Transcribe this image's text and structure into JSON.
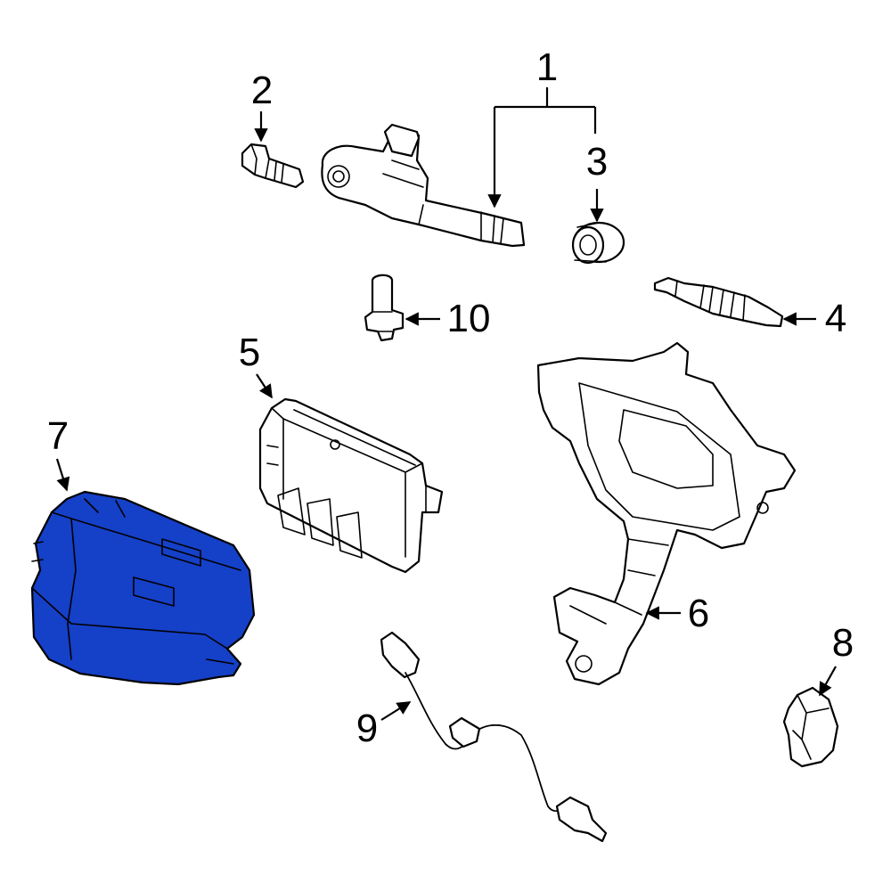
{
  "callouts": {
    "c1": "1",
    "c2": "2",
    "c3": "3",
    "c4": "4",
    "c5": "5",
    "c6": "6",
    "c7": "7",
    "c8": "8",
    "c9": "9",
    "c10": "10"
  },
  "colors": {
    "highlight": "#1540c8",
    "line": "#000000",
    "background": "#ffffff"
  },
  "highlighted_part": "7"
}
